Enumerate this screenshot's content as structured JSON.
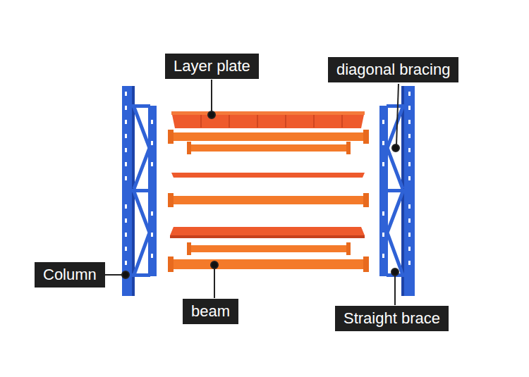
{
  "diagram": {
    "nodes": [
      {
        "text": [
          "Layer plate"
        ]
      },
      {
        "text": [
          "diagonal bracing"
        ]
      },
      {
        "text": [
          "Column"
        ]
      },
      {
        "text": [
          "beam"
        ]
      },
      {
        "text": [
          "Straight brace"
        ]
      }
    ]
  }
}
